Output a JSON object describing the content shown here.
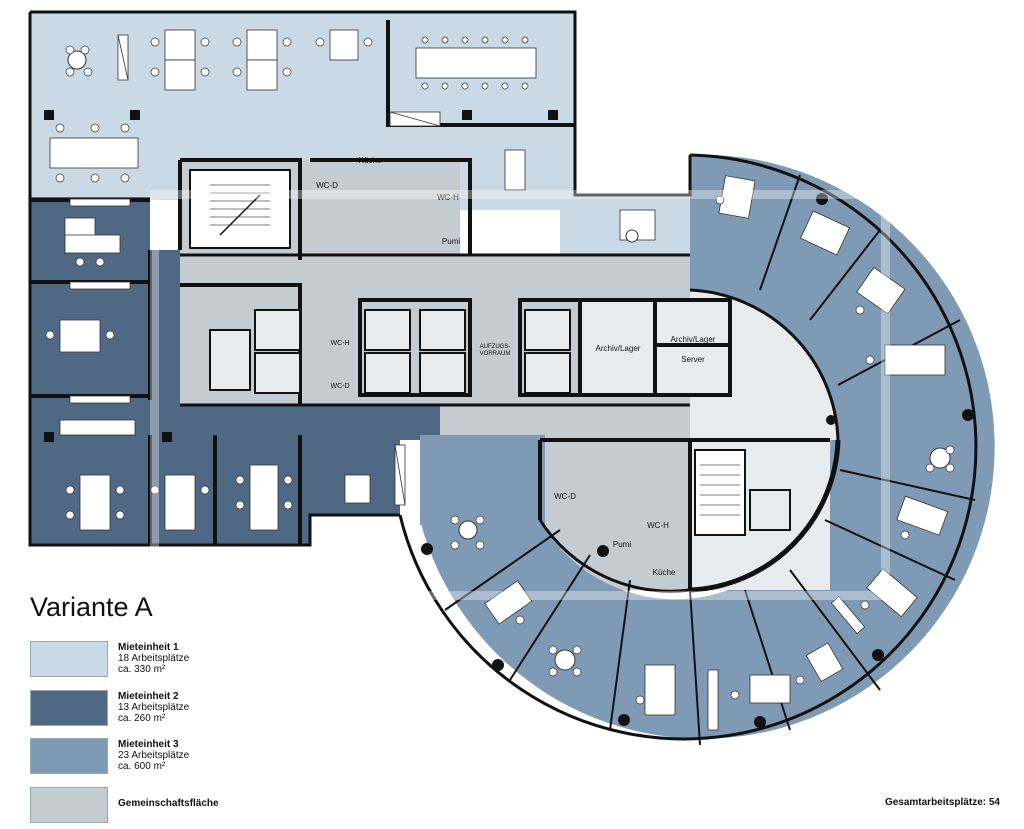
{
  "title": "Variante A",
  "legend": [
    {
      "name": "Mieteinheit 1",
      "seats": "18 Arbeitsplätze",
      "area": "ca. 330 m²",
      "color": "#c9d9e6"
    },
    {
      "name": "Mieteinheit 2",
      "seats": "13 Arbeitsplätze",
      "area": "ca. 260 m²",
      "color": "#4f6984"
    },
    {
      "name": "Mieteinheit 3",
      "seats": "23 Arbeitsplätze",
      "area": "ca. 600 m²",
      "color": "#7f9ab5"
    },
    {
      "name": "Gemeinschaftsfläche",
      "color": "#c4ccd2"
    }
  ],
  "total": "Gesamtarbeitsplätze: 54",
  "rooms": {
    "kueche_top": "Küche",
    "wc_d_top": "WC-D",
    "wc_h_top": "WC-H",
    "pumi_top": "Pumi",
    "wc_h_mid": "WC-H",
    "wc_d_mid": "WC-D",
    "aufzug_1": "AUFZUGS-",
    "aufzug_2": "VORRAUM",
    "archiv_1": "Archiv/Lager",
    "archiv_2": "Archiv/Lager",
    "server": "Server",
    "wc_d_bottom": "WC-D",
    "wc_h_bottom": "WC-H",
    "pumi_bottom": "Pumi",
    "kueche_bottom": "Küche"
  },
  "colors": {
    "unit1": "#c9d9e6",
    "unit2": "#4f6984",
    "unit3": "#7f9ab5",
    "common": "#c4ccd2",
    "wall": "#111111"
  }
}
